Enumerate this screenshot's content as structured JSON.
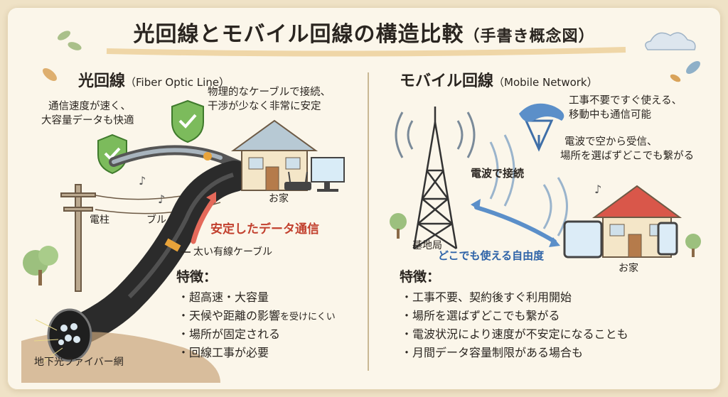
{
  "title": {
    "main": "光回線とモバイル回線の構造比較",
    "sub": "（手書き概念図）"
  },
  "fiber": {
    "heading": "光回線",
    "heading_en": "（Fiber Optic Line）",
    "note_left": [
      "通信速度が速く、",
      "大容量データも快適"
    ],
    "note_top": [
      "物理的なケーブルで接続、",
      "干渉が少なく非常に安定"
    ],
    "house_label": "お家",
    "pole_label": "電柱",
    "cable_label": "ブル",
    "stable_label": "安定したデータ通信",
    "thick_cable_label": "太い有線ケーブル",
    "underground_label": "地下光ファイバー網",
    "features_heading": "特徴：",
    "features": [
      "・超高速・大容量",
      "・天候や距離の影響",
      "・場所が固定される",
      "・回線工事が必要"
    ],
    "feature_2_tail": "を受けにくい"
  },
  "mobile": {
    "heading": "モバイル回線",
    "heading_en": "（Mobile Network）",
    "note_top": [
      "工事不要ですぐ使える、",
      "移動中も通信可能"
    ],
    "note_mid": [
      "電波で空から受信、",
      "場所を選ばずどこでも繋がる"
    ],
    "wave_label": "電波で接続",
    "station_label": "基地局",
    "freedom_label": "どこでも使える自由度",
    "house_label": "お家",
    "features_heading": "特徴：",
    "features": [
      "・工事不要、契約後すぐ利用開始",
      "・場所を選ばずどこでも繋がる",
      "・電波状況により速度が不安定になることも",
      "・月間データ容量制限がある場合も"
    ]
  },
  "colors": {
    "accent_red": "#c2402e",
    "accent_blue": "#2e63a8",
    "shield_green": "#6fae4f",
    "roof_red": "#d9574a",
    "paper": "#fbf6ea"
  }
}
